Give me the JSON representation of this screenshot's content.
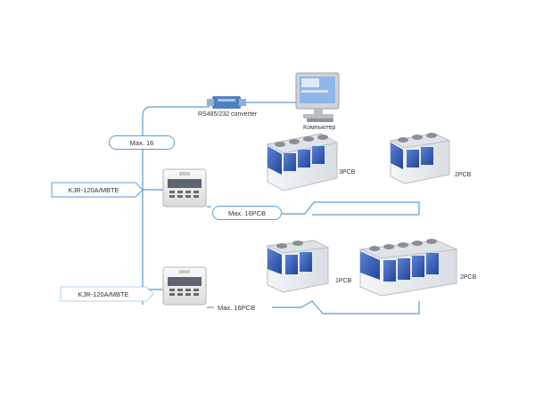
{
  "labels": {
    "converter": "RS485/232 converter",
    "computer": "Компьютер",
    "max16": "Max. 16",
    "max16pcb_top": "Max. 16PCB",
    "max16pcb_bottom": "Max. 16PCB",
    "controller_top": "KJR-120A/MBTE",
    "controller_bottom": "KJR-120A/MBTE",
    "unit_3pcb": "3PCB",
    "unit_2pcb_top": "2PCB",
    "unit_1pcb": "1PCB",
    "unit_2pcb_bottom": "2PCB"
  },
  "colors": {
    "line": "#5b9bd5",
    "pill_border": "#5b9bd5",
    "unit_body": "#e9edf0",
    "solar_panel": "#3b62b8",
    "fan": "#8a8f95"
  }
}
